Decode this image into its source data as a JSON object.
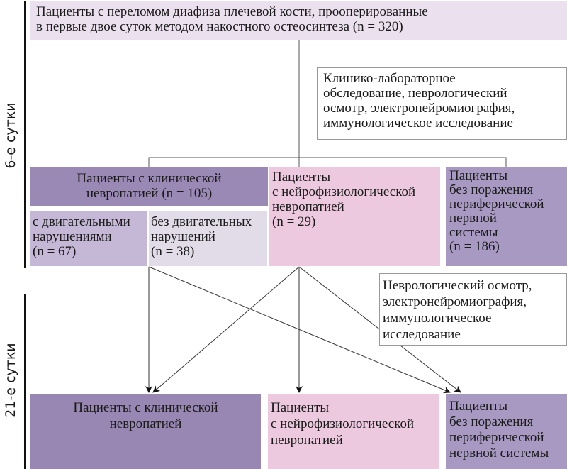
{
  "timeline": {
    "day6": "6-е сутки",
    "day21": "21-е сутки"
  },
  "top_box": {
    "line1": "Пациенты с переломом диафиза плечевой кости, прооперированные",
    "line2": "в первые двое суток методом накостного остеосинтеза (n = 320)"
  },
  "exam1": {
    "lines": [
      "Клинико-лабораторное",
      "обследование, неврологический",
      "осмотр, электронейромиография,",
      "иммунологическое исследование"
    ]
  },
  "day6_groups": {
    "clinical": {
      "line1": "Пациенты с клинической",
      "line2": "невропатией (n = 105)"
    },
    "motor": {
      "lines": [
        "с двигательными",
        "нарушениями",
        "(n = 67)"
      ]
    },
    "no_motor": {
      "lines": [
        "без двигательных",
        "нарушений",
        "(n = 38)"
      ]
    },
    "neurophys": {
      "lines": [
        "Пациенты",
        "с нейрофизиологической",
        "невропатией",
        "(n = 29)"
      ]
    },
    "none": {
      "lines": [
        "Пациенты",
        "без поражения",
        "периферической",
        "нервной",
        "системы",
        "(n = 186)"
      ]
    }
  },
  "exam2": {
    "lines": [
      "Неврологический осмотр,",
      "электронейромиография,",
      "иммунологическое",
      "исследование"
    ]
  },
  "day21_groups": {
    "clinical": {
      "lines": [
        "Пациенты с клинической",
        "невропатией"
      ]
    },
    "neurophys": {
      "lines": [
        "Пациенты",
        "с нейрофизиологической",
        "невропатией"
      ]
    },
    "none": {
      "lines": [
        "Пациенты",
        "без поражения",
        "периферической",
        "нервной системы"
      ]
    }
  },
  "colors": {
    "top": "#ebe0ed",
    "clinical": "#9a88b5",
    "motor": "#c4b8d6",
    "no_motor": "#e2dce9",
    "neurophys": "#ecc9df",
    "none": "#a899c3"
  }
}
